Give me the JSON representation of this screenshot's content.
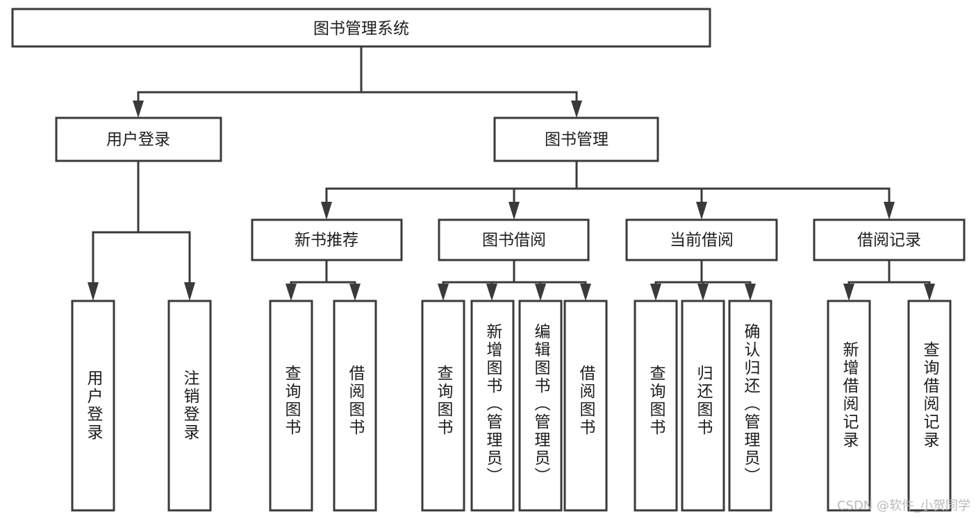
{
  "diagram": {
    "type": "tree",
    "title": "图书管理系统",
    "root": {
      "label": "图书管理系统",
      "level": 0
    },
    "level1": [
      {
        "label": "用户登录"
      },
      {
        "label": "图书管理"
      }
    ],
    "level2": [
      {
        "label": "新书推荐"
      },
      {
        "label": "图书借阅"
      },
      {
        "label": "当前借阅"
      },
      {
        "label": "借阅记录"
      }
    ],
    "leaves_user_login": [
      {
        "label": "用户登录"
      },
      {
        "label": "注销登录"
      }
    ],
    "leaves_new_book": [
      {
        "label": "查询图书"
      },
      {
        "label": "借阅图书"
      }
    ],
    "leaves_borrow": [
      {
        "label": "查询图书"
      },
      {
        "label": "新增图书（管理员）"
      },
      {
        "label": "编辑图书（管理员）"
      },
      {
        "label": "借阅图书"
      }
    ],
    "leaves_current": [
      {
        "label": "查询图书"
      },
      {
        "label": "归还图书"
      },
      {
        "label": "确认归还（管理员）"
      }
    ],
    "leaves_record": [
      {
        "label": "新增借阅记录"
      },
      {
        "label": "查询借阅记录"
      }
    ]
  },
  "watermark": {
    "text": "CSDN @软件_小贺同学"
  },
  "colors": {
    "stroke": "#3a3a3a",
    "fill": "#ffffff",
    "text": "#1c1c1c",
    "watermark": "#b9b9b9"
  }
}
